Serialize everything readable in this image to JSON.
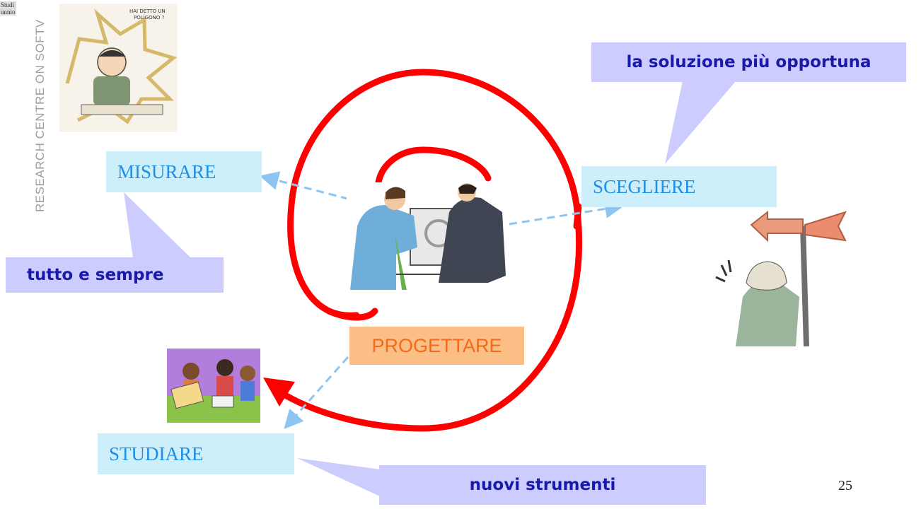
{
  "slide": {
    "side_text": "RESEARCH CENTRE ON SOFTV",
    "logo_text": "Studi\nunnio",
    "page_number": "25",
    "cartoon_bubble": "HAI DETTO UN POLIGONO ?"
  },
  "boxes": {
    "misurare": "MISURARE",
    "scegliere": "SCEGLIERE",
    "studiare": "STUDIARE",
    "progettare": "PROGETTARE"
  },
  "callouts": {
    "soluzione": "la soluzione più opportuna",
    "tutto": "tutto e sempre",
    "strumenti": "nuovi strumenti"
  },
  "colors": {
    "spiral": "#ff0000",
    "callout_fill": "#ccccff",
    "box_fill": "#cdeefb",
    "box_text": "#1f8fe5",
    "dashed_arrow": "#8ec5f0",
    "progettare_fill": "#fbbf85",
    "progettare_text": "#f26a1b"
  },
  "icons": [
    "frustrated-man-clipart",
    "engineers-clipart",
    "signpost-man-clipart",
    "study-group-clipart"
  ]
}
